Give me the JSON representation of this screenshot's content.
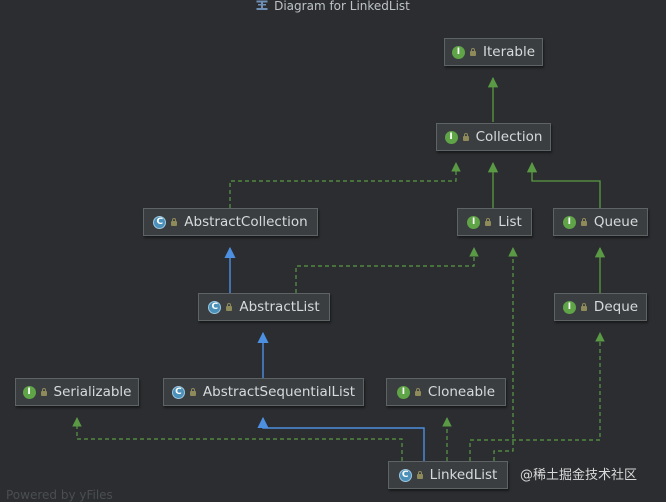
{
  "window": {
    "title": "Diagram for LinkedList"
  },
  "nodes": [
    {
      "id": "iterable",
      "label": "Iterable",
      "kind": "interface",
      "badge": "I"
    },
    {
      "id": "collection",
      "label": "Collection",
      "kind": "interface",
      "badge": "I"
    },
    {
      "id": "abstract_collection",
      "label": "AbstractCollection",
      "kind": "class",
      "badge": "C"
    },
    {
      "id": "list",
      "label": "List",
      "kind": "interface",
      "badge": "I"
    },
    {
      "id": "queue",
      "label": "Queue",
      "kind": "interface",
      "badge": "I"
    },
    {
      "id": "abstract_list",
      "label": "AbstractList",
      "kind": "class",
      "badge": "C"
    },
    {
      "id": "deque",
      "label": "Deque",
      "kind": "interface",
      "badge": "I"
    },
    {
      "id": "serializable",
      "label": "Serializable",
      "kind": "interface",
      "badge": "I"
    },
    {
      "id": "abstract_sequential_list",
      "label": "AbstractSequentialList",
      "kind": "class",
      "badge": "C"
    },
    {
      "id": "cloneable",
      "label": "Cloneable",
      "kind": "interface",
      "badge": "I"
    },
    {
      "id": "linked_list",
      "label": "LinkedList",
      "kind": "class",
      "badge": "C"
    }
  ],
  "edges": [
    {
      "from": "collection",
      "to": "iterable",
      "type": "extends-interface"
    },
    {
      "from": "abstract_collection",
      "to": "collection",
      "type": "implements"
    },
    {
      "from": "list",
      "to": "collection",
      "type": "extends-interface"
    },
    {
      "from": "queue",
      "to": "collection",
      "type": "extends-interface"
    },
    {
      "from": "abstract_list",
      "to": "abstract_collection",
      "type": "extends-class"
    },
    {
      "from": "abstract_list",
      "to": "list",
      "type": "implements"
    },
    {
      "from": "deque",
      "to": "queue",
      "type": "extends-interface"
    },
    {
      "from": "abstract_sequential_list",
      "to": "abstract_list",
      "type": "extends-class"
    },
    {
      "from": "linked_list",
      "to": "abstract_sequential_list",
      "type": "extends-class"
    },
    {
      "from": "linked_list",
      "to": "serializable",
      "type": "implements"
    },
    {
      "from": "linked_list",
      "to": "cloneable",
      "type": "implements"
    },
    {
      "from": "linked_list",
      "to": "list",
      "type": "implements"
    },
    {
      "from": "linked_list",
      "to": "deque",
      "type": "implements"
    }
  ],
  "colors": {
    "background": "#2b2d30",
    "interface_badge": "#5fa447",
    "class_badge": "#4a90b8",
    "edge_interface": "#5a9a44",
    "edge_class": "#4d8fe0"
  },
  "footer": {
    "text": "Powered by yFiles"
  },
  "watermark": {
    "text": "@稀土掘金技术社区"
  }
}
